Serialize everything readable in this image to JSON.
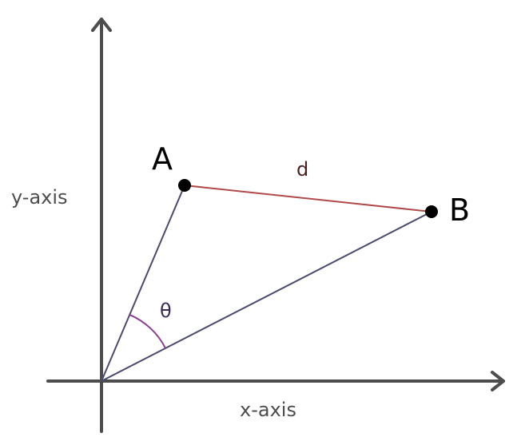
{
  "labels": {
    "x_axis": "x-axis",
    "y_axis": "y-axis",
    "point_a": "A",
    "point_b": "B",
    "distance": "d",
    "angle": "θ"
  },
  "colors": {
    "axis": "#4d4d4d",
    "vector": "#4a4a6e",
    "distance": "#b04a4a",
    "angle_arc": "#8a3f8f",
    "point": "#000000"
  }
}
